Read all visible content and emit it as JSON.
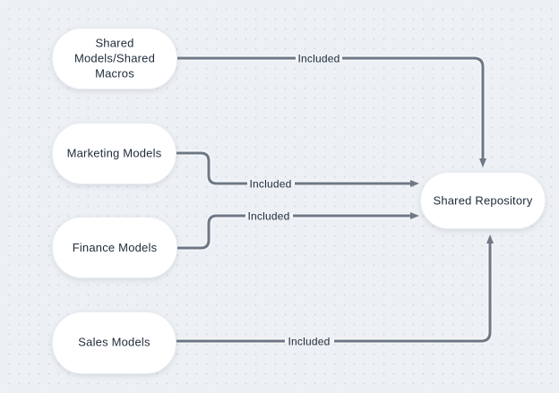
{
  "diagram": {
    "nodes": [
      {
        "id": "shared-models-shared-macros",
        "lines": [
          "Shared",
          "Models/Shared",
          "Macros"
        ]
      },
      {
        "id": "marketing-models",
        "label": "Marketing Models"
      },
      {
        "id": "finance-models",
        "label": "Finance Models"
      },
      {
        "id": "sales-models",
        "label": "Sales Models"
      },
      {
        "id": "shared-repository",
        "label": "Shared Repository"
      }
    ],
    "edges": [
      {
        "from": "shared-models-shared-macros",
        "to": "shared-repository",
        "label": "Included"
      },
      {
        "from": "marketing-models",
        "to": "shared-repository",
        "label": "Included"
      },
      {
        "from": "finance-models",
        "to": "shared-repository",
        "label": "Included"
      },
      {
        "from": "sales-models",
        "to": "shared-repository",
        "label": "Included"
      }
    ],
    "colors": {
      "background": "#edf0f4",
      "grid_dot": "#d6dae0",
      "node_fill": "#ffffff",
      "node_border": "#e9edf1",
      "edge_stroke": "#6e7886",
      "text": "#1f2b3a"
    }
  }
}
